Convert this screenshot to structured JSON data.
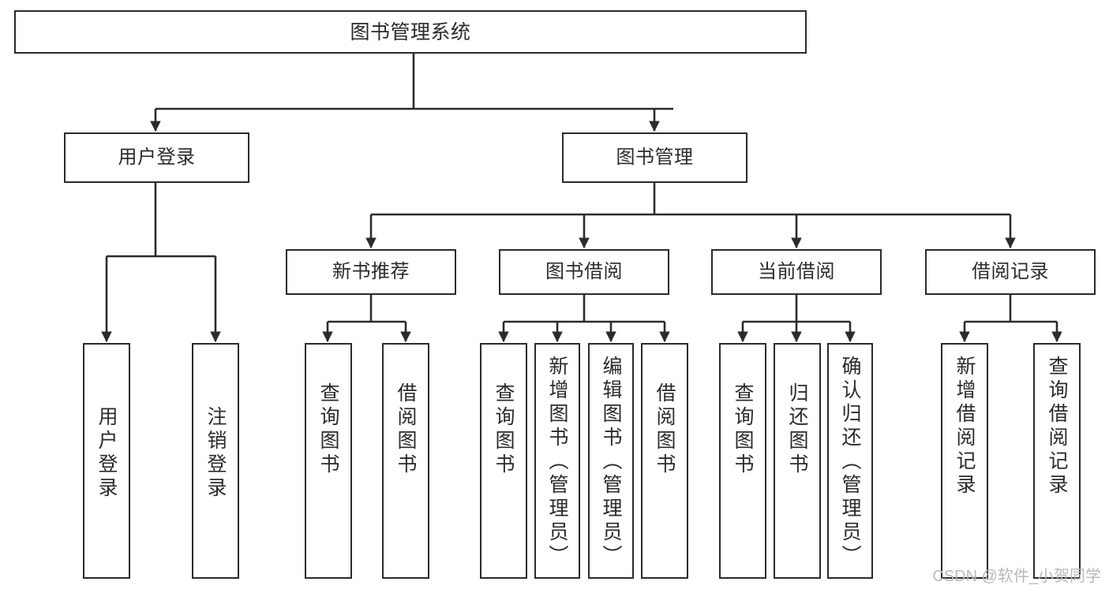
{
  "diagram": {
    "title": "图书管理系统",
    "type": "tree",
    "watermark": "CSDN @软件_小贺同学",
    "colors": {
      "stroke": "#2b2b2b",
      "fill": "#ffffff",
      "text": "#2b2b2b",
      "watermark": "#b9b9b9"
    },
    "root": {
      "label": "图书管理系统"
    },
    "level1": [
      {
        "label": "用户登录"
      },
      {
        "label": "图书管理"
      }
    ],
    "level2": [
      {
        "label": "新书推荐"
      },
      {
        "label": "图书借阅"
      },
      {
        "label": "当前借阅"
      },
      {
        "label": "借阅记录"
      }
    ],
    "leaves": {
      "user_login": [
        {
          "label": "用户登录"
        },
        {
          "label": "注销登录"
        }
      ],
      "new_book": [
        {
          "label": "查询图书"
        },
        {
          "label": "借阅图书"
        }
      ],
      "book_borrow": [
        {
          "label": "查询图书"
        },
        {
          "label": "新增图书（管理员）"
        },
        {
          "label": "编辑图书（管理员）"
        },
        {
          "label": "借阅图书"
        }
      ],
      "current_borrow": [
        {
          "label": "查询图书"
        },
        {
          "label": "归还图书"
        },
        {
          "label": "确认归还（管理员）"
        }
      ],
      "borrow_record": [
        {
          "label": "新增借阅记录"
        },
        {
          "label": "查询借阅记录"
        }
      ]
    }
  }
}
